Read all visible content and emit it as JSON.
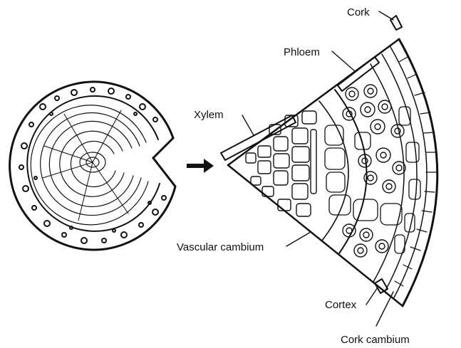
{
  "labels": {
    "cork": "Cork",
    "phloem": "Phloem",
    "xylem": "Xylem",
    "vascular_cambium": "Vascular cambium",
    "cortex": "Cortex",
    "cork_cambium": "Cork cambium"
  },
  "colors": {
    "ink": "#111111",
    "background": "#ffffff"
  },
  "icons": {
    "arrow": "right-arrow-icon"
  }
}
